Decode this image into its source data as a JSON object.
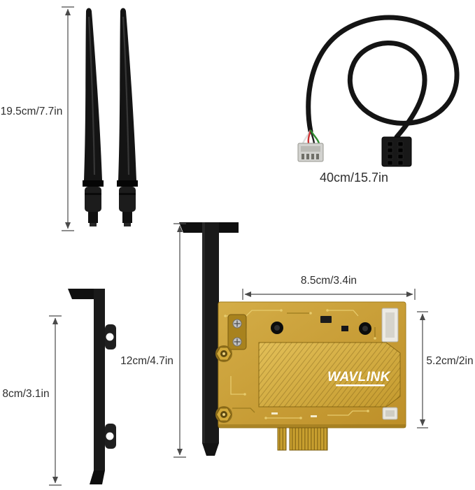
{
  "labels": {
    "antenna_length": "19.5cm/7.7in",
    "cable_length": "40cm/15.7in",
    "low_profile_bracket_height": "8cm/3.1in",
    "card_width": "8.5cm/3.4in",
    "card_height": "12cm/4.7in",
    "pcb_height": "5.2cm/2in"
  },
  "card": {
    "brand": "WAVLINK"
  },
  "colors": {
    "background": "#ffffff",
    "text": "#2e2e2e",
    "dimension_line": "#4a4a4a",
    "pcb_gold": "#c9a035",
    "heatsink_gold": "#d3ac43",
    "hardware_black": "#161616",
    "brand_text": "#ffffff"
  }
}
